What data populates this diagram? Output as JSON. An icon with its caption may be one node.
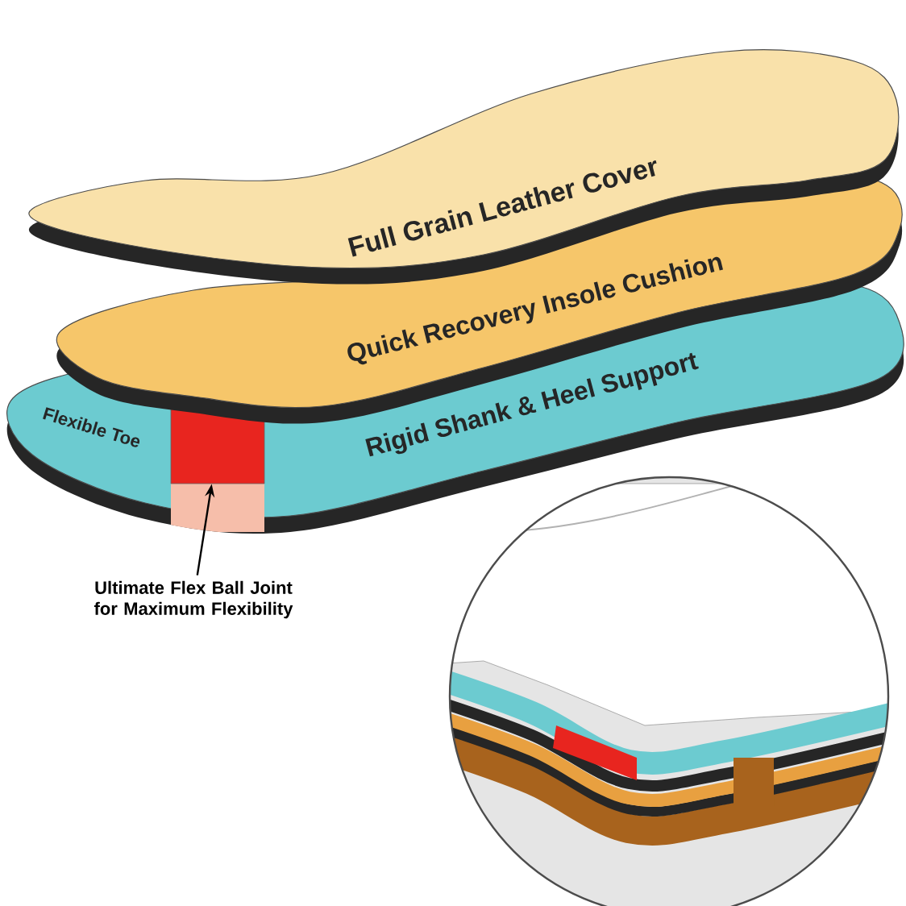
{
  "diagram": {
    "nodes": [
      {
        "text": [
          "Full Grain Leather Cover"
        ]
      },
      {
        "text": [
          "Quick Recovery Insole Cushion"
        ]
      },
      {
        "text": [
          "Flexible Toe",
          "Rigid Shank & Heel Support"
        ]
      },
      {
        "text": [],
        "shape": "box",
        "in": 2
      },
      {
        "text": [
          "Ultimate Flex Ball Joint for Maximum Flexibility"
        ]
      }
    ],
    "edges": [
      {
        "from": 4,
        "to": 3,
        "arrow": "to"
      }
    ]
  }
}
